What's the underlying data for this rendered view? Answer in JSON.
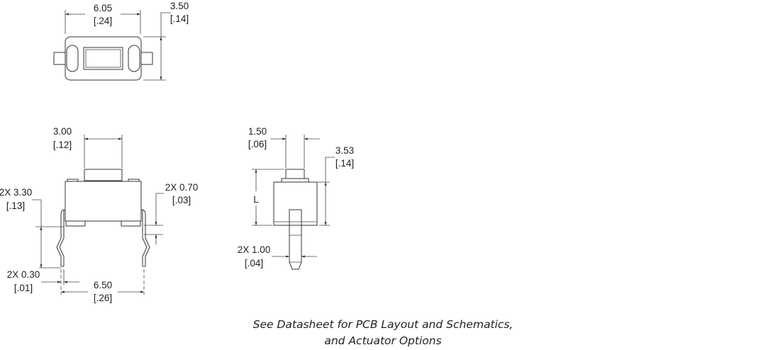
{
  "top_view": {
    "width_mm": "6.05",
    "width_in": "[.24]",
    "height_mm": "3.50",
    "height_in": "[.14]"
  },
  "front_view": {
    "actuator_width_mm": "3.00",
    "actuator_width_in": "[.12]",
    "lead_length_label": "2X 3.30",
    "lead_length_in": "[.13]",
    "standoff_label": "2X 0.70",
    "standoff_in": "[.03]",
    "lead_thickness_label": "2X 0.30",
    "lead_thickness_in": "[.01]",
    "lead_spacing_mm": "6.50",
    "lead_spacing_in": "[.26]"
  },
  "side_view": {
    "actuator_width_mm": "1.50",
    "actuator_width_in": "[.06]",
    "body_height_mm": "3.53",
    "body_height_in": "[.14]",
    "length_label": "L",
    "lead_width_label": "2X 1.00",
    "lead_width_in": "[.04]"
  },
  "note": {
    "line1": "See Datasheet for PCB Layout and Schematics,",
    "line2": "and Actuator Options"
  }
}
